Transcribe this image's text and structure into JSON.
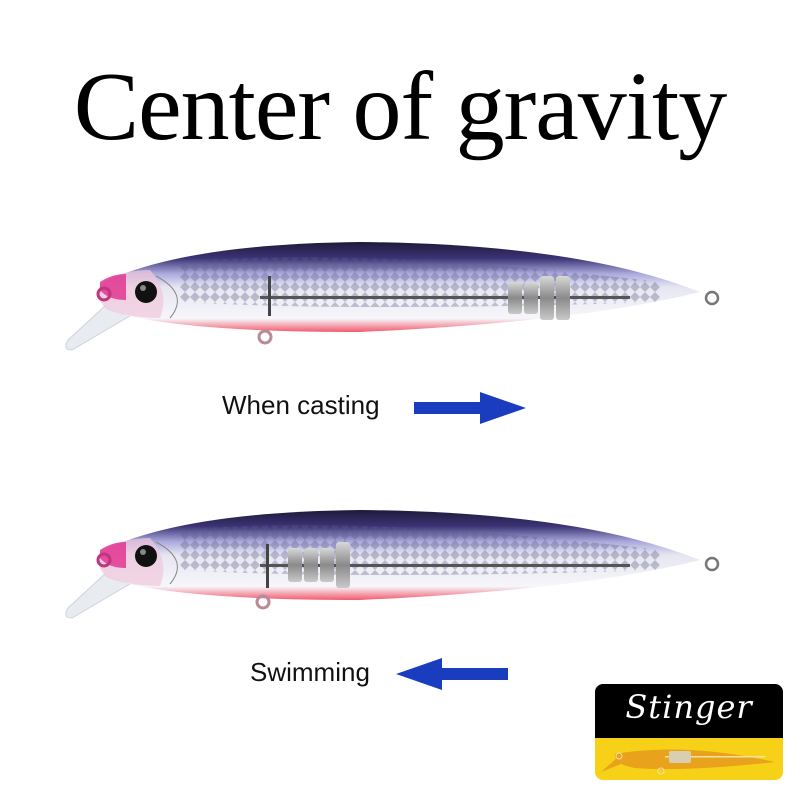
{
  "title": "Center of gravity",
  "panels": [
    {
      "label": "When casting",
      "arrow_direction": "right",
      "weight_position": "tail",
      "arrow_color": "#1a3dbf"
    },
    {
      "label": "Swimming",
      "arrow_direction": "left",
      "weight_position": "head",
      "arrow_color": "#1a3dbf"
    }
  ],
  "logo": {
    "brand": "Stinger",
    "top_color": "#000000",
    "bottom_color": "#f7d117",
    "lure_color": "#e8a21c"
  },
  "colors": {
    "lure_back": "#2b2350",
    "lure_side": "#8f8fcf",
    "lure_belly": "#f4f4f8",
    "lure_red": "#f25a6e",
    "lure_head": "#e2358f"
  }
}
